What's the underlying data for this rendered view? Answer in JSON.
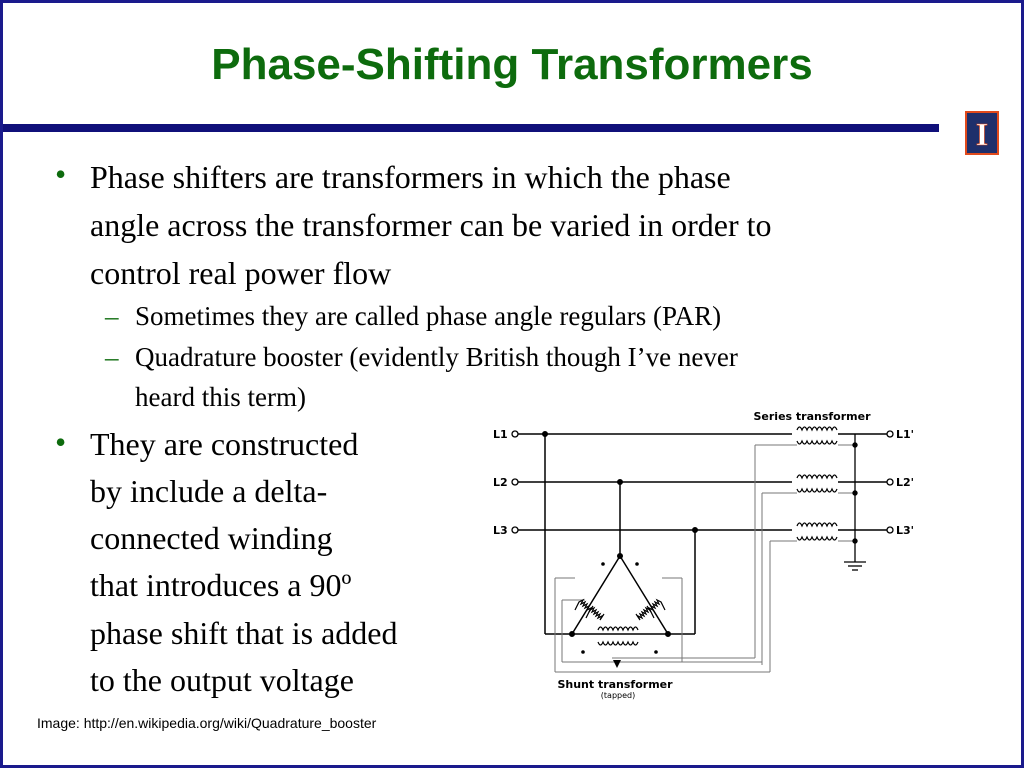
{
  "slide": {
    "title": "Phase-Shifting Transformers",
    "bullets": [
      {
        "lines": [
          "Phase shifters are transformers in which the phase",
          "angle across the transformer can be varied in order to",
          "control real power flow"
        ],
        "subs": [
          {
            "lines": [
              "Sometimes they are called phase angle regulars (PAR)"
            ]
          },
          {
            "lines": [
              "Quadrature booster (evidently British though I’ve never",
              "heard this term)"
            ]
          }
        ]
      },
      {
        "lines": [
          "They are constructed",
          "by include a delta-",
          "connected winding",
          "that introduces a 90º",
          "phase shift that is added",
          "to the output voltage"
        ]
      }
    ],
    "bullet_glyph": "•",
    "dash_glyph": "–",
    "caption": "Image: http://en.wikipedia.org/wiki/Quadrature_booster"
  },
  "diagram": {
    "series_label": "Series transformer",
    "shunt_label": "Shunt transformer",
    "shunt_sublabel": "(tapped)",
    "inputs": [
      "L1",
      "L2",
      "L3"
    ],
    "outputs": [
      "L1'",
      "L2'",
      "L3'"
    ]
  },
  "logo": {
    "letter": "I"
  },
  "colors": {
    "title": "#0d6b0d",
    "bullet": "#0d6b0d",
    "border": "#1a1a8c",
    "rule": "#10107a",
    "logo_bg": "#1e2f6b",
    "logo_accent": "#e04a1c"
  }
}
